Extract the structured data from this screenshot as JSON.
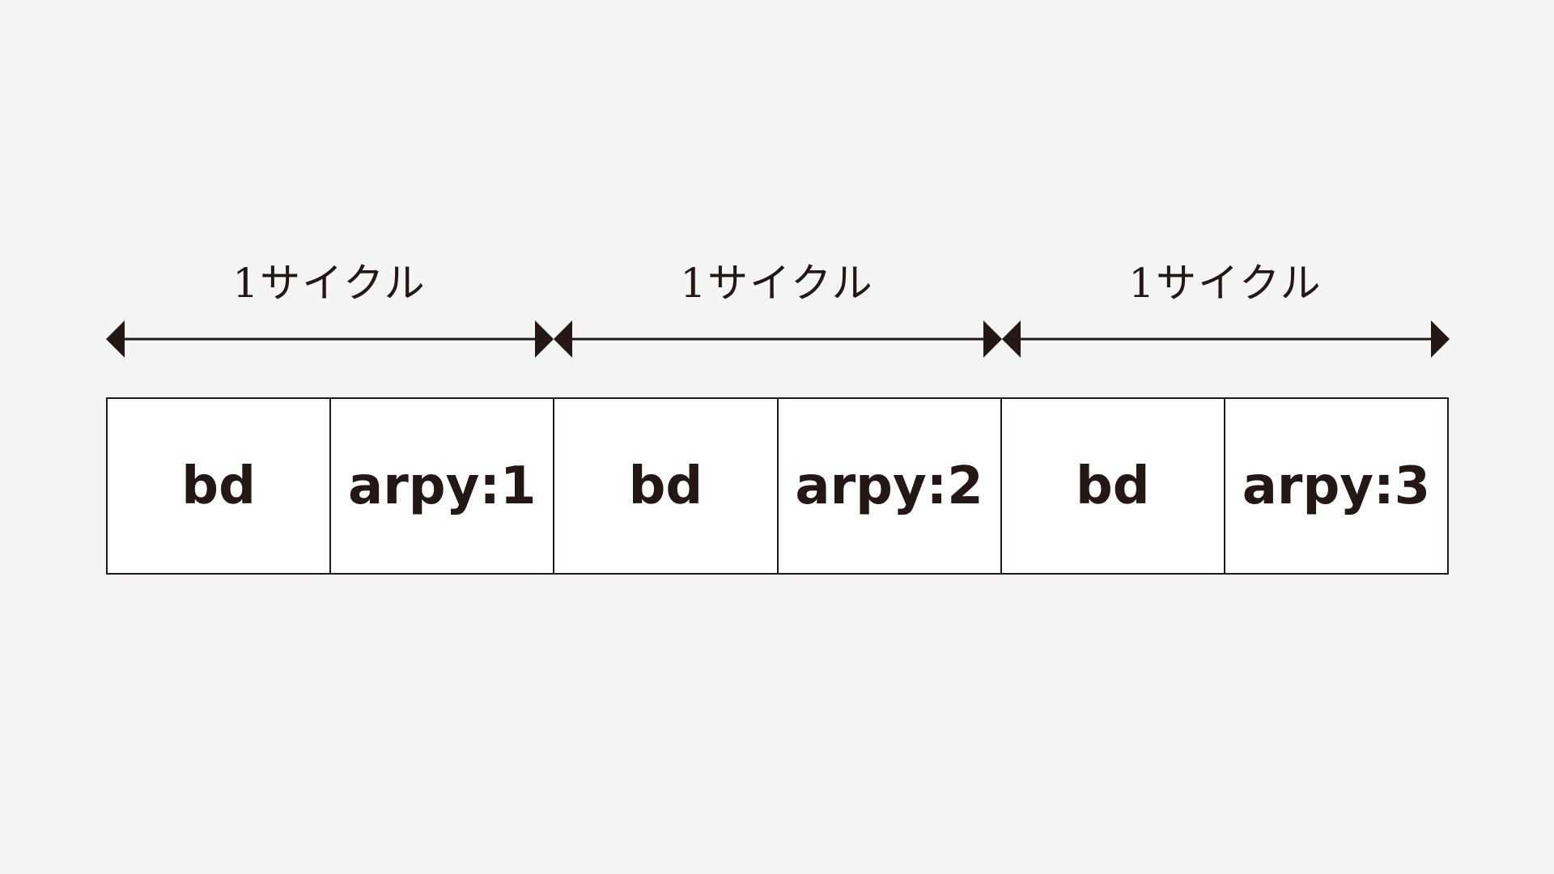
{
  "cycle_labels": [
    "1サイクル",
    "1サイクル",
    "1サイクル"
  ],
  "cells": [
    "bd",
    "arpy:1",
    "bd",
    "arpy:2",
    "bd",
    "arpy:3"
  ],
  "colors": {
    "background": "#f4f4f4",
    "ink": "#231815",
    "cell_fill": "#ffffff"
  }
}
